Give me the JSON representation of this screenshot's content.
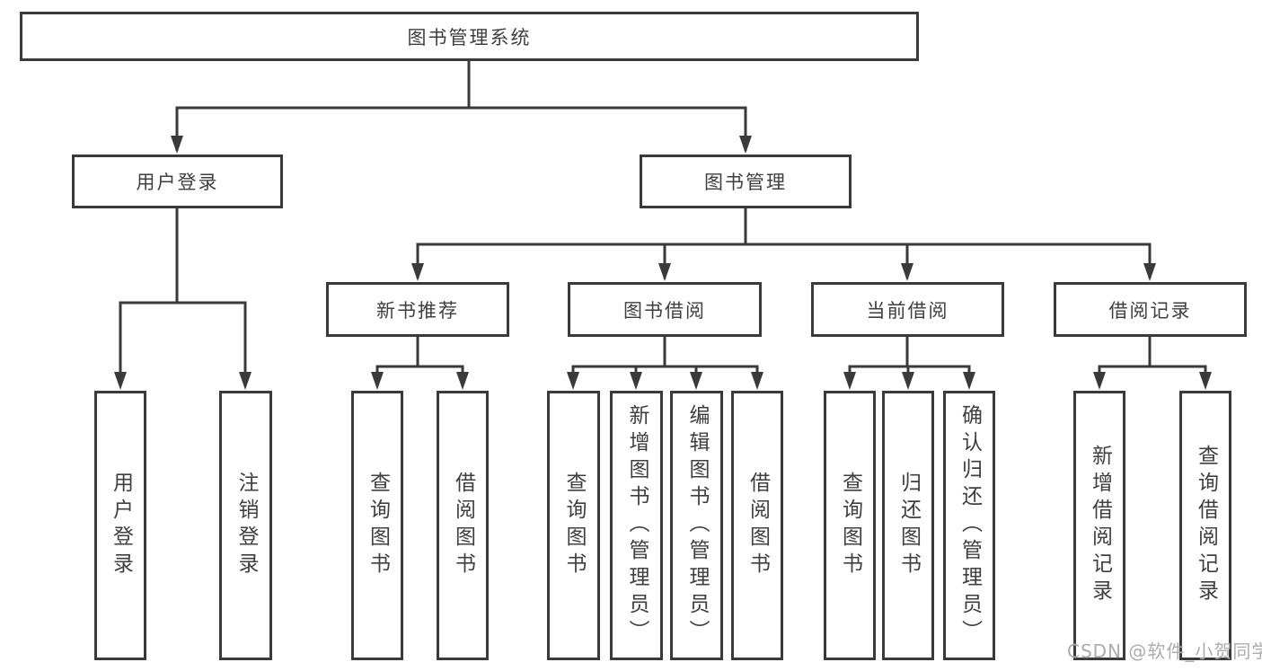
{
  "diagram": {
    "root": {
      "label": "图书管理系统",
      "children": [
        {
          "label": "用户登录",
          "children": [
            {
              "label": "用户登录"
            },
            {
              "label": "注销登录"
            }
          ]
        },
        {
          "label": "图书管理",
          "children": [
            {
              "label": "新书推荐",
              "children": [
                {
                  "label": "查询图书"
                },
                {
                  "label": "借阅图书"
                }
              ]
            },
            {
              "label": "图书借阅",
              "children": [
                {
                  "label": "查询图书"
                },
                {
                  "label": "新增图书（管理员）"
                },
                {
                  "label": "编辑图书（管理员）"
                },
                {
                  "label": "借阅图书"
                }
              ]
            },
            {
              "label": "当前借阅",
              "children": [
                {
                  "label": "查询图书"
                },
                {
                  "label": "归还图书"
                },
                {
                  "label": "确认归还（管理员）"
                }
              ]
            },
            {
              "label": "借阅记录",
              "children": [
                {
                  "label": "新增借阅记录"
                },
                {
                  "label": "查询借阅记录"
                }
              ]
            }
          ]
        }
      ]
    }
  },
  "watermark": "CSDN @软件_小贺同学",
  "colors": {
    "line": "#3a3a3a",
    "box_border": "#3a3a3a",
    "text": "#3f3f3f",
    "watermark": "#a0a0a0",
    "background": "#ffffff"
  }
}
